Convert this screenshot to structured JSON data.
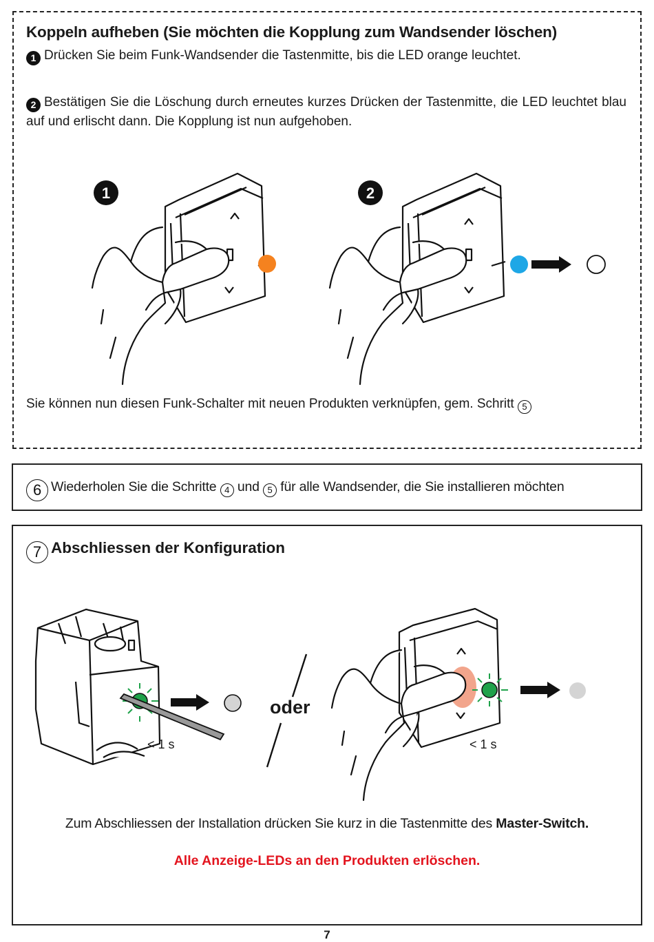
{
  "section_unpair": {
    "title": "Koppeln aufheben (Sie möchten die Kopplung zum Wandsender löschen)",
    "step1": {
      "number": "1",
      "text": "Drücken Sie beim Funk-Wandsender die Tastenmitte, bis die LED orange leuchtet."
    },
    "step2": {
      "number": "2",
      "text": "Bestätigen Sie die Löschung durch erneutes kurzes Drücken der Tastenmitte, die LED leuchtet blau auf und erlischt dann. Die Kopplung ist nun aufgehoben."
    },
    "figure_badge_1": "1",
    "figure_badge_2": "2",
    "note_text": "Sie können nun diesen Funk-Schalter mit neuen Produkten verknüpfen, gem. Schritt",
    "note_step": "5"
  },
  "step6": {
    "number": "6",
    "text_a": "Wiederholen Sie die Schritte",
    "ref_a": "4",
    "text_b": "und",
    "ref_b": "5",
    "text_c": "für alle Wandsender, die Sie installieren möchten"
  },
  "step7": {
    "number": "7",
    "title": "Abschliessen der Konfiguration",
    "duration_left": "< 1 s",
    "or_label": "oder",
    "duration_right": "< 1 s",
    "text_normal": "Zum Abschliessen der Installation drücken Sie kurz in die Tastenmitte des",
    "text_bold": "Master-Switch.",
    "warning": "Alle Anzeige-LEDs an den Produkten erlöschen."
  },
  "page_number": "7",
  "colors": {
    "led_orange": "#f5821f",
    "led_blue": "#1ea7e6",
    "led_green": "#1fa24a",
    "led_off_gray": "#d4d4d4",
    "press_highlight": "#f2a58c",
    "warning_red": "#e3141e"
  }
}
